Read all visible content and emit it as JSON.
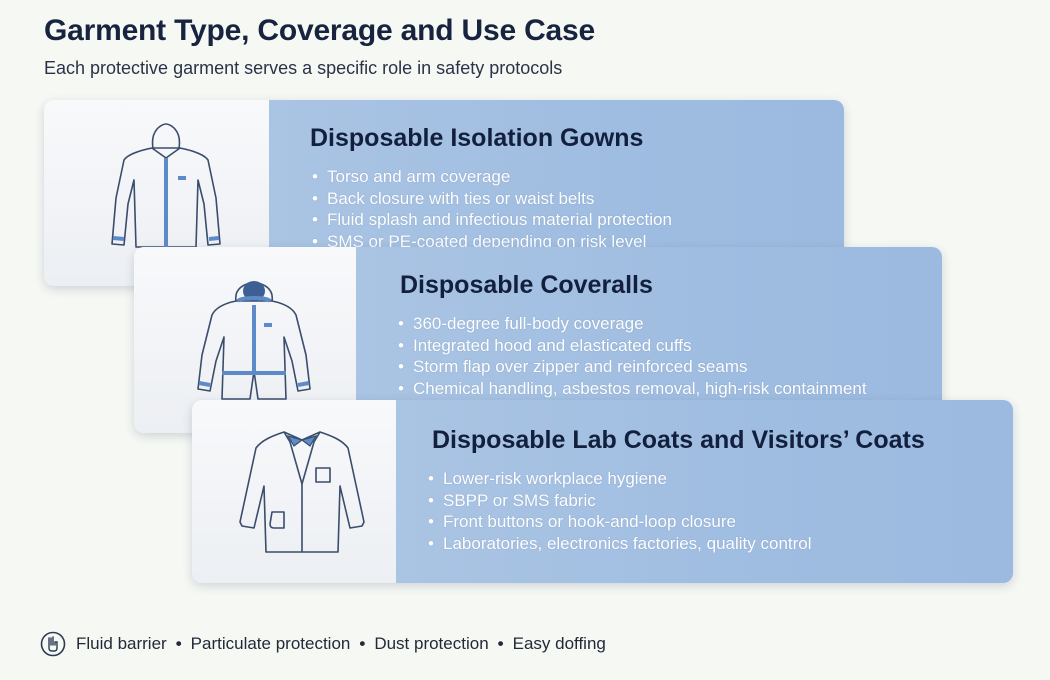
{
  "title": "Garment Type, Coverage and Use Case",
  "subtitle": "Each protective garment serves a specific role in safety protocols",
  "cards": [
    {
      "heading": "Disposable Isolation Gowns",
      "icon": "isolation-gown-icon",
      "bullets": [
        "Torso and arm coverage",
        "Back closure with ties or waist belts",
        "Fluid splash and infectious material protection",
        "SMS or PE-coated depending on risk level"
      ]
    },
    {
      "heading": "Disposable Coveralls",
      "icon": "coverall-icon",
      "bullets": [
        "360-degree full-body coverage",
        "Integrated hood and elasticated cuffs",
        "Storm flap over zipper and reinforced seams",
        "Chemical handling, asbestos removal, high-risk containment"
      ]
    },
    {
      "heading": "Disposable Lab Coats and Visitors’ Coats",
      "icon": "lab-coat-icon",
      "bullets": [
        "Lower-risk workplace hygiene",
        "SBPP or SMS fabric",
        "Front buttons or hook-and-loop closure",
        "Laboratories, electronics factories, quality control"
      ]
    }
  ],
  "footer": {
    "icon": "protection-badge-icon",
    "items": [
      "Fluid barrier",
      "Particulate protection",
      "Dust protection",
      "Easy doffing"
    ],
    "separator": "•"
  },
  "colors": {
    "panel": "#a3c0e2",
    "heading": "#13203d",
    "bullet_text": "#ffffff",
    "accent": "#5d8ac9",
    "outline": "#3a4d6b"
  }
}
